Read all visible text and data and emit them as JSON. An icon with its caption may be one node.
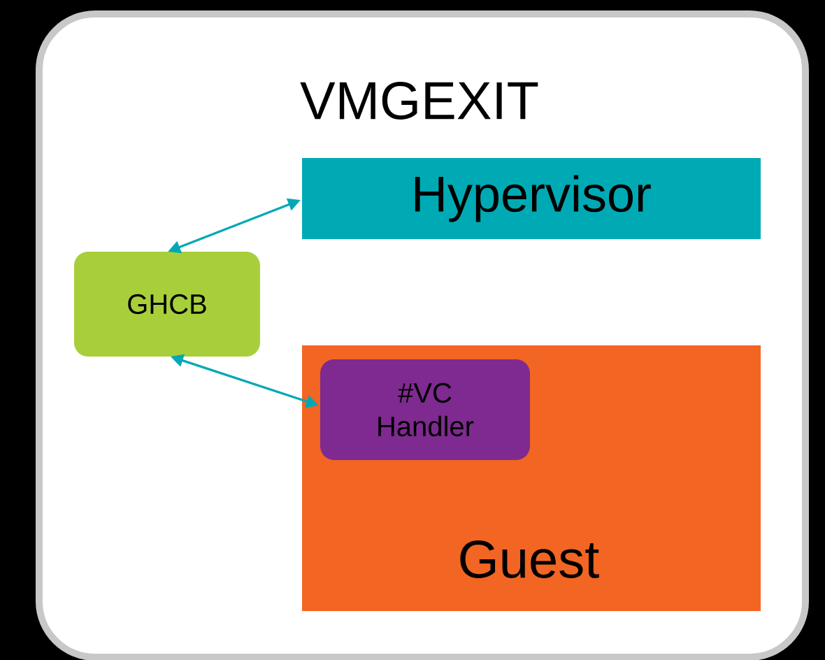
{
  "diagram": {
    "nodes": [
      {
        "text": [
          "VMGEXIT"
        ]
      },
      {
        "text": [
          "Hypervisor"
        ],
        "in": 0
      },
      {
        "text": [
          "GHCB"
        ],
        "in": 0
      },
      {
        "text": [
          "Guest"
        ],
        "in": 0
      },
      {
        "text": [
          "#VC Handler"
        ],
        "in": 3
      }
    ],
    "edges": [
      {
        "from": 2,
        "to": 1,
        "arrow": "both"
      },
      {
        "from": 2,
        "to": 4,
        "arrow": "both"
      }
    ]
  }
}
